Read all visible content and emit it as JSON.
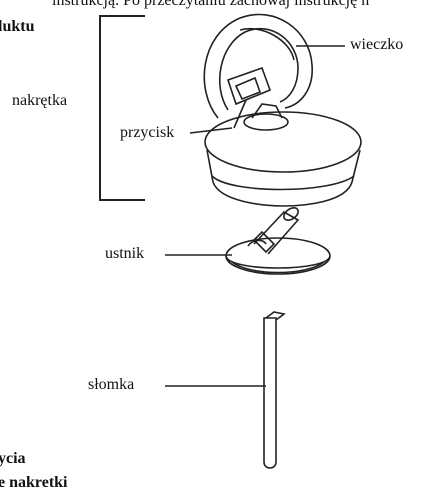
{
  "doc": {
    "top_line": "instrukcją. Po przeczytaniu zachowaj instrukcję n",
    "heading": "luktu",
    "bottom_line_1": "ycia",
    "bottom_line_2": "e nakretki"
  },
  "labels": {
    "wieczko": "wieczko",
    "nakretka": "nakrętka",
    "przycisk": "przycisk",
    "ustnik": "ustnik",
    "slomka": "słomka"
  }
}
